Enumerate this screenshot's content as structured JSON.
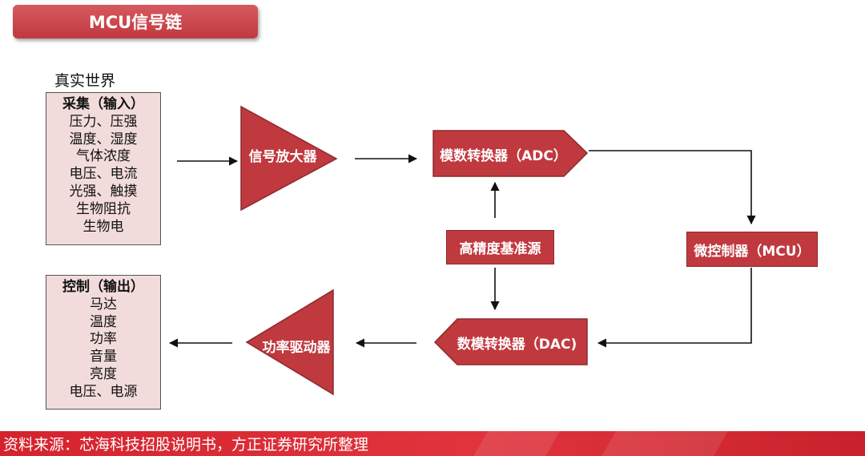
{
  "title": "MCU信号链",
  "real_world_label": "真实世界",
  "input_box": {
    "heading": "采集（输入）",
    "items": [
      "压力、压强",
      "温度、湿度",
      "气体浓度",
      "电压、电流",
      "光强、触摸",
      "生物阻抗",
      "生物电"
    ]
  },
  "output_box": {
    "heading": "控制（输出）",
    "items": [
      "马达",
      "温度",
      "功率",
      "音量",
      "亮度",
      "电压、电源"
    ]
  },
  "blocks": {
    "amplifier": "信号放大器",
    "adc": "模数转换器（ADC）",
    "reference": "高精度基准源",
    "mcu": "微控制器（MCU）",
    "dac": "数模转换器（DAC)",
    "driver": "功率驱动器"
  },
  "source": "资料来源：芯海科技招股说明书，方正证券研究所整理",
  "colors": {
    "block_fill": "#c0393f",
    "box_fill": "#f2dcdb",
    "footer": "#d5232e"
  }
}
